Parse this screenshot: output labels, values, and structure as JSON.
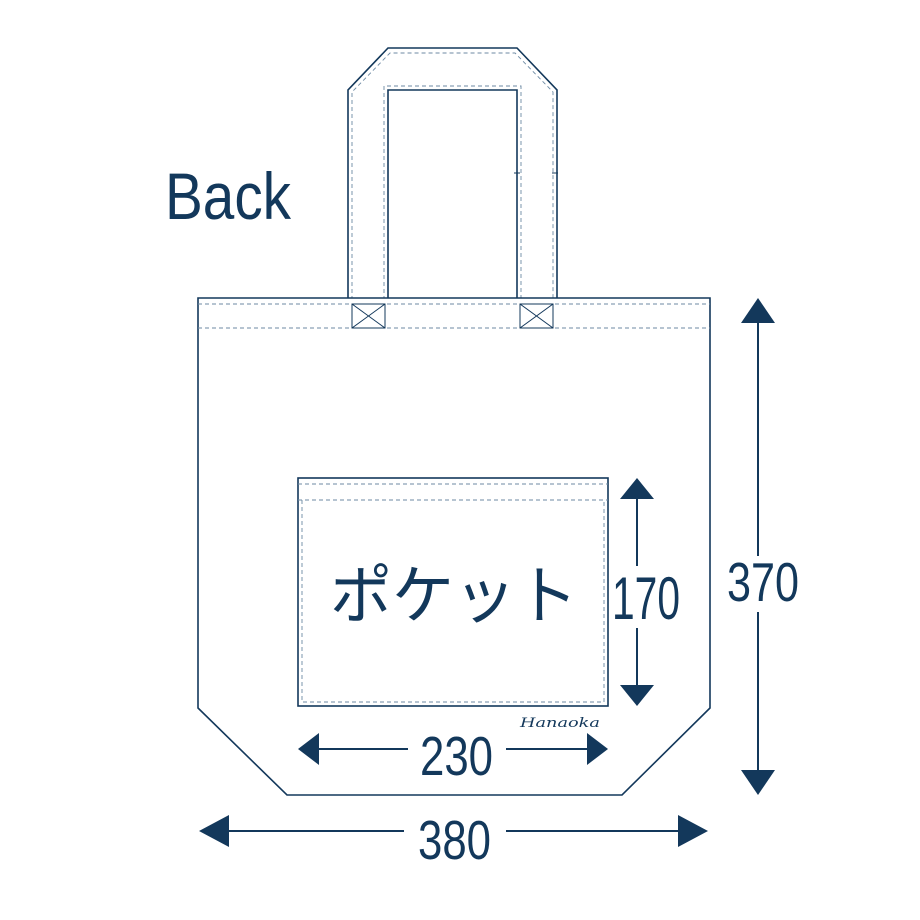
{
  "view_label": "Back",
  "pocket": {
    "label": "ポケット"
  },
  "brand": "Hanaoka",
  "dimensions": {
    "bag_height": "370",
    "bag_width": "380",
    "pocket_height": "170",
    "pocket_width": "230"
  },
  "colors": {
    "line": "#13385b",
    "stitch": "#6d8aa3",
    "background": "#ffffff"
  }
}
